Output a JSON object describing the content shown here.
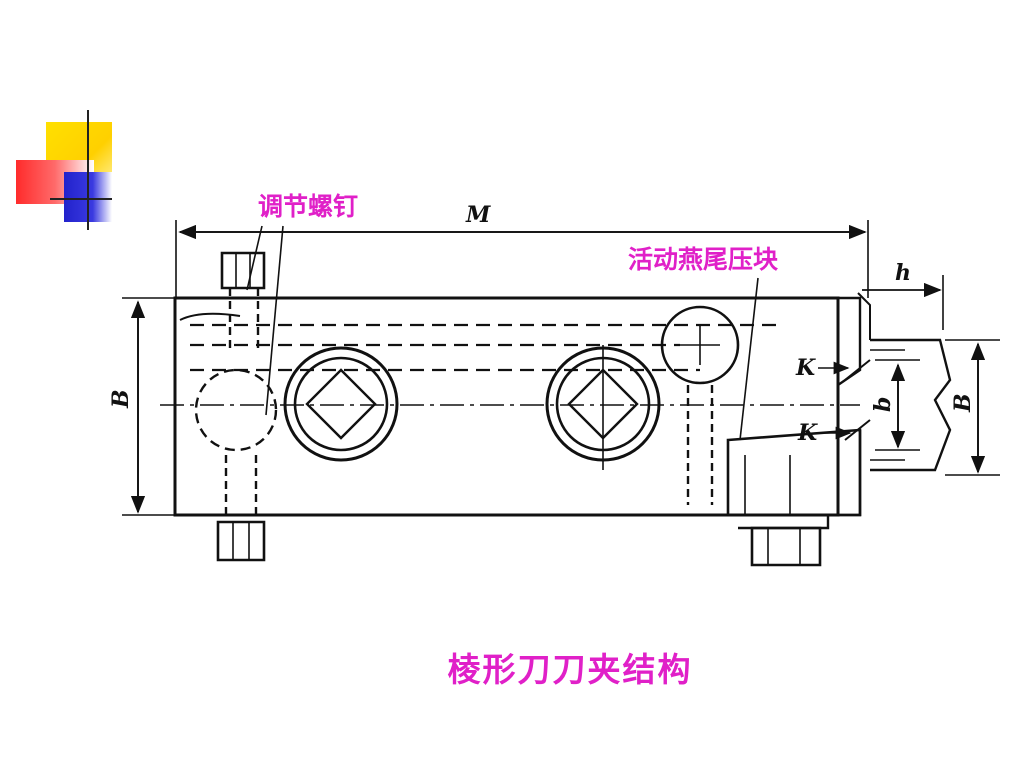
{
  "diagram": {
    "callouts": {
      "adjust_screw": "调节螺钉",
      "dovetail_block": "活动燕尾压块"
    },
    "dimensions": {
      "overall_length": "M",
      "body_height": "B",
      "dovetail_height": "b",
      "blade_height": "B",
      "offset_h": "h",
      "angle_upper": "K",
      "angle_lower": "K"
    },
    "caption": "棱形刀刀夹结构"
  },
  "decoration": {
    "colors": {
      "yellow": "#ffd700",
      "red": "#ff4040",
      "blue": "#2a2ad8",
      "magenta": "#e020c8"
    }
  }
}
